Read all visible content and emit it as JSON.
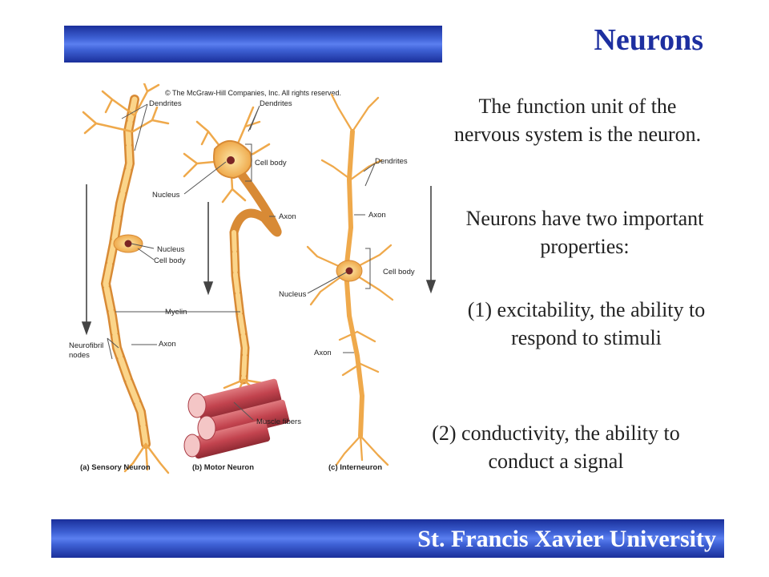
{
  "slide": {
    "title": "Neurons",
    "footer": "St. Francis Xavier University",
    "paragraphs": [
      "The function unit of the nervous system is the neuron.",
      "Neurons have two important properties:",
      "(1) excitability, the ability to respond to stimuli",
      "(2) conductivity, the ability to conduct a signal"
    ]
  },
  "figure": {
    "copyright": "© The McGraw-Hill Companies, Inc. All rights reserved.",
    "labels": {
      "dendrites_a": "Dendrites",
      "dendrites_b": "Dendrites",
      "dendrites_c": "Dendrites",
      "cell_body_a": "Cell body",
      "cell_body_b": "Cell body",
      "cell_body_c": "Cell body",
      "nucleus_a": "Nucleus",
      "nucleus_b": "Nucleus",
      "nucleus_c": "Nucleus",
      "axon_a": "Axon",
      "axon_b": "Axon",
      "axon_c1": "Axon",
      "axon_c2": "Axon",
      "myelin": "Myelin",
      "neurofibril_1": "Neurofibril",
      "neurofibril_2": "nodes",
      "muscle_fibers": "Muscle fibers"
    },
    "captions": {
      "sensory": "(a) Sensory Neuron",
      "motor": "(b) Motor Neuron",
      "inter": "(c) Interneuron"
    }
  },
  "colors": {
    "title": "#1d2fa0",
    "bar": "#3f62d6",
    "neuron": "#f2b45c",
    "muscle": "#c9505a"
  }
}
